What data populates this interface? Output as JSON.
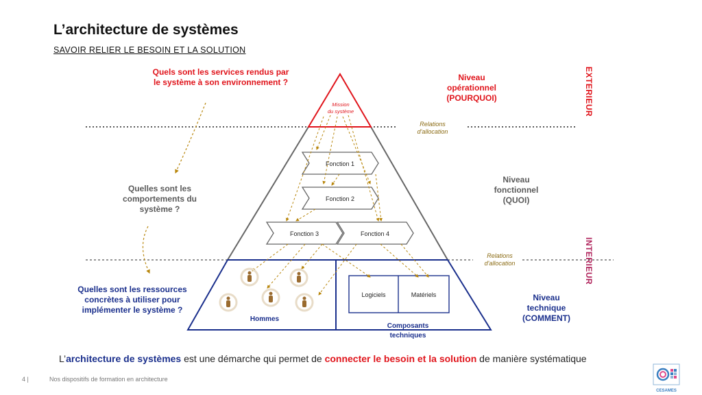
{
  "title": "L’architecture de systèmes",
  "subtitle": "SAVOIR RELIER LE BESOIN ET LA SOLUTION",
  "questions": {
    "services": "Quels sont les services rendus par le système à son environnement ?",
    "behaviours": "Quelles sont les comportements du système ?",
    "resources": "Quelles sont les ressources concrètes à utiliser pour implémenter le système ?"
  },
  "levels": {
    "operational": {
      "line1": "Niveau",
      "line2": "opérationnel",
      "line3": "(POURQUOI)"
    },
    "functional": {
      "line1": "Niveau",
      "line2": "fonctionnel",
      "line3": "(QUOI)"
    },
    "technical": {
      "line1": "Niveau",
      "line2": "technique",
      "line3": "(COMMENT)"
    }
  },
  "side_labels": {
    "exterior": "EXTERIEUR",
    "interior": "INTERIEUR"
  },
  "allocation": {
    "top_line1": "Relations",
    "top_line2": "d'allocation",
    "bottom_line1": "Relations",
    "bottom_line2": "d'allocation"
  },
  "pyramid": {
    "mission_line1": "Mission",
    "mission_line2": "du système",
    "functions": [
      "Fonction 1",
      "Fonction 2",
      "Fonction 3",
      "Fonction 4"
    ],
    "humans": "Hommes",
    "software": "Logiciels",
    "hardware": "Matériels",
    "components_line1": "Composants",
    "components_line2": "techniques"
  },
  "statement": {
    "prefix": "L’",
    "highlight1": "architecture de systèmes",
    "middle": " est une démarche qui permet de ",
    "highlight2": "connecter le besoin et la solution",
    "suffix": " de manière systématique"
  },
  "footer": {
    "page": "4 |",
    "text": "Nos dispositifs de formation en architecture",
    "logo": "CESAMES"
  },
  "colors": {
    "red": "#e0141b",
    "blue": "#1a2f8c",
    "gray": "#5a5a5a",
    "gold": "#b8860b",
    "magenta": "#b0245c"
  }
}
